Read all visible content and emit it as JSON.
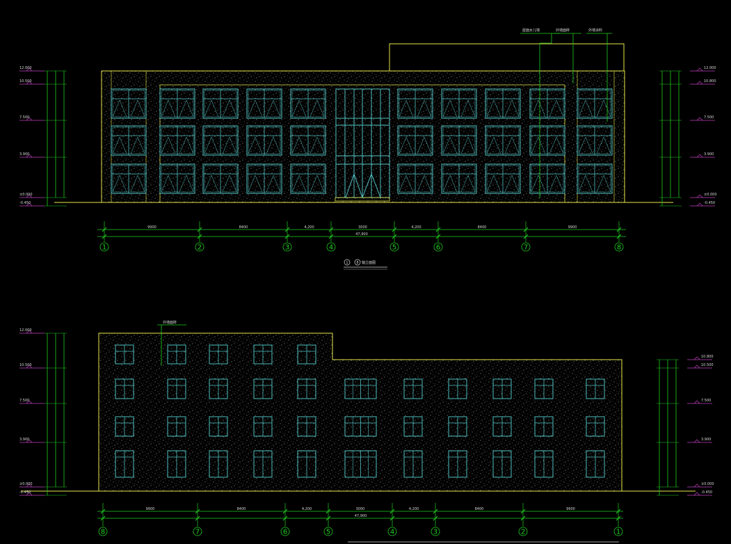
{
  "colors": {
    "background": "#000000",
    "outline": "#e8e84a",
    "window": "#4fbfbf",
    "dimension": "#20d020",
    "level_marker": "#c040c0",
    "texture": "#7a7a7a",
    "text": "#d8d8d8"
  },
  "front_elevation": {
    "axis_labels": [
      "1",
      "2",
      "3",
      "4",
      "5",
      "6",
      "7",
      "8"
    ],
    "span_dims": [
      "9900",
      "8400",
      "4,200",
      "3000",
      "4,200",
      "8400",
      "9900"
    ],
    "total_dim": "47,900",
    "title_axes": [
      "1",
      "8"
    ],
    "title": "轴立面图",
    "leader_notes": [
      "屋面女儿墙",
      "外墙面砖",
      "外墙涂料"
    ],
    "left_levels": [
      "12.000",
      "10.500",
      "7.500",
      "3.900",
      "±0.000",
      "-0.450"
    ],
    "right_levels": [
      "12.000",
      "10.800",
      "7.500",
      "3.900",
      "±0.000",
      "-0.450"
    ]
  },
  "rear_elevation": {
    "axis_labels": [
      "8",
      "7",
      "6",
      "5",
      "4",
      "3",
      "2",
      "1"
    ],
    "span_dims": [
      "9900",
      "8400",
      "4,200",
      "3000",
      "4,200",
      "8400",
      "9900"
    ],
    "total_dim": "47,900",
    "leader_notes": [
      "外墙面砖"
    ],
    "left_levels": [
      "12.000",
      "10.500",
      "7.500",
      "3.900",
      "±0.000",
      "-0.450"
    ],
    "right_levels": [
      "10.800",
      "10.500",
      "7.500",
      "3.900",
      "±0.000",
      "-0.450"
    ]
  }
}
